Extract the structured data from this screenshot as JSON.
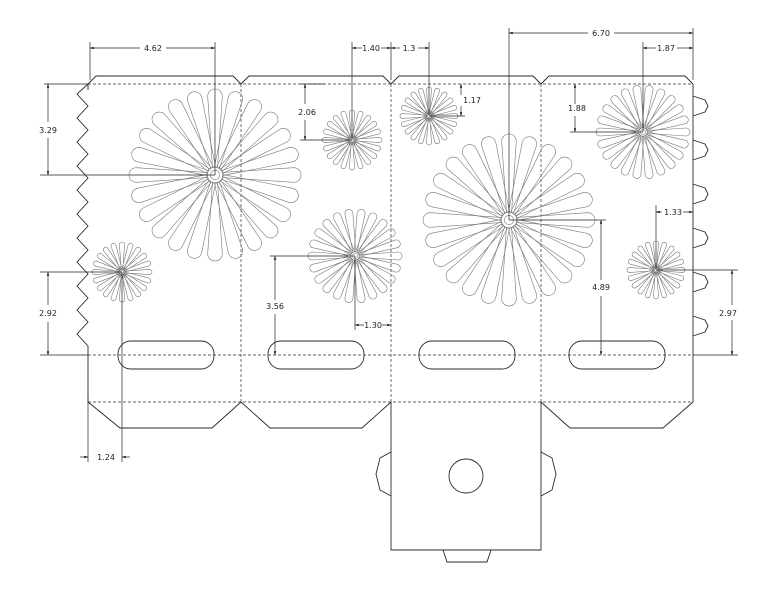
{
  "dimensions": {
    "top_width_left": "4.62",
    "top_width_mid1": "1.40",
    "top_width_mid2": "1.3",
    "top_width_right_wide": "6.70",
    "top_width_right_small": "1.87",
    "height_left_upper": "3.29",
    "height_left_lower": "2.92",
    "height_center_mid": "2.06",
    "height_center_small": "1.17",
    "height_right_upper": "1.88",
    "height_center_large": "3.56",
    "width_center_small": "1.30",
    "width_right_small": "1.33",
    "height_right_center": "4.89",
    "height_right_lower": "2.97",
    "width_bottom_left": "1.24"
  }
}
